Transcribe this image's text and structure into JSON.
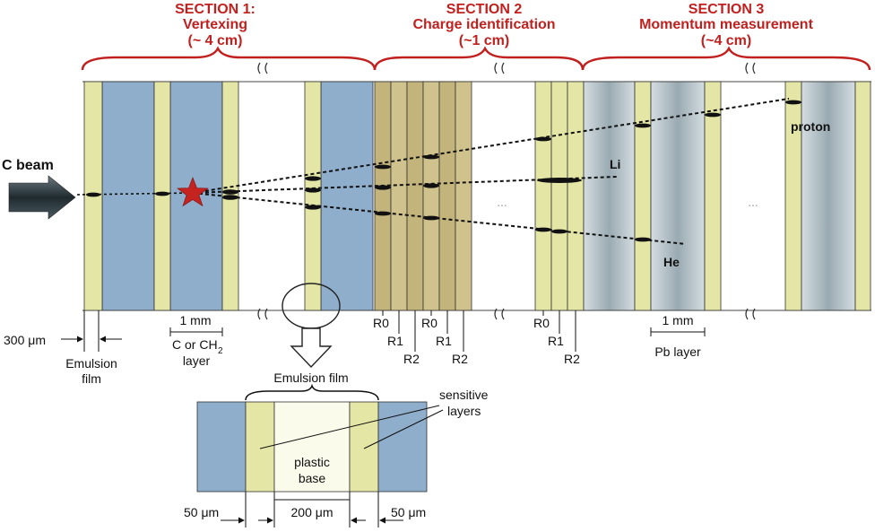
{
  "sections": [
    {
      "line1": "SECTION 1:",
      "line2": "Vertexing",
      "line3": "(~ 4 cm)"
    },
    {
      "line1": "SECTION 2",
      "line2": "Charge identification",
      "line3": "(~1 cm)"
    },
    {
      "line1": "SECTION 3",
      "line2": "Momentum measurement",
      "line3": "(~4 cm)"
    }
  ],
  "beam_label": "C beam",
  "particles": {
    "proton": "proton",
    "li": "Li",
    "he": "He"
  },
  "ellipsis": "...",
  "labels": {
    "thickness_300": "300 μm",
    "emulsion_film_1": "Emulsion",
    "emulsion_film_2": "film",
    "one_mm": "1 mm",
    "target_1": "C or CH",
    "target_sub": "2",
    "target_2": "layer",
    "pb_one_mm": "1 mm",
    "pb_layer": "Pb layer"
  },
  "refresh_labels": {
    "set1": [
      "R0",
      "R1",
      "R2"
    ],
    "set2": [
      "R0",
      "R1",
      "R2"
    ],
    "set3": [
      "R0",
      "R1",
      "R2"
    ]
  },
  "inset": {
    "title": "Emulsion film",
    "sensitive_1": "sensitive",
    "sensitive_2": "layers",
    "plastic_1": "plastic",
    "plastic_2": "base",
    "dim_left": "50 μm",
    "dim_mid": "200 μm",
    "dim_right": "50 μm"
  },
  "colors": {
    "section_red": "#c0211f",
    "emulsion_yellow": "#e4e6a6",
    "target_blue": "#8eaecb",
    "charge_khaki": "#c3b47c",
    "lead_grey": "#b4c0c6",
    "star_red": "#c4231f"
  }
}
